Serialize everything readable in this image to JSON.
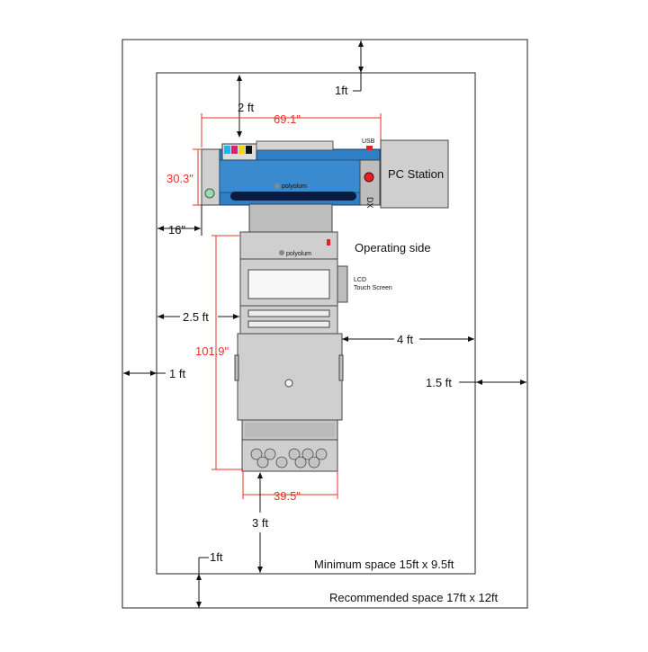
{
  "dimensions": {
    "top_outer": "1ft",
    "top_inner": "2 ft",
    "printer_width": "69.1\"",
    "printer_depth": "30.3\"",
    "left_offset": "16\"",
    "side_left_inner": "2.5 ft",
    "machine_length": "101.9\"",
    "right_inner": "4 ft",
    "left_outer": "1 ft",
    "right_outer": "1.5 ft",
    "base_width": "39.5\"",
    "bottom_inner": "3 ft",
    "bottom_outer": "1ft"
  },
  "labels": {
    "pc_station": "PC Station",
    "usb": "USB",
    "operating_side": "Operating side",
    "lcd_line1": "LCD",
    "lcd_line2": "Touch Screen",
    "brand": "polyolum",
    "minimum_space": "Minimum space 15ft x 9.5ft",
    "recommended_space": "Recommended space 17ft x 12ft"
  },
  "colors": {
    "printer_blue": "#2f7fc4",
    "dimension_red": "#e8322a",
    "ink_cyan": "#1fb5e8",
    "ink_magenta": "#d4237e",
    "ink_yellow": "#f2d21b",
    "ink_black": "#111111"
  },
  "icons": [
    "power-icon",
    "status-light-icon",
    "ink-cartridge-icons"
  ]
}
